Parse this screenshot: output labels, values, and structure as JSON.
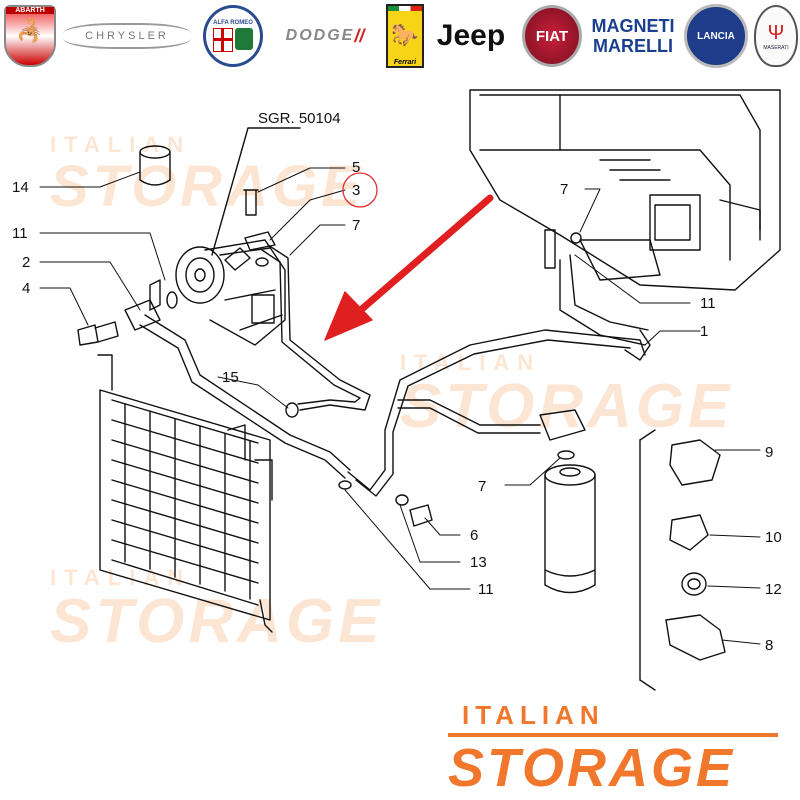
{
  "brands": [
    "ABARTH",
    "CHRYSLER",
    "ALFA ROMEO",
    "DODGE",
    "Ferrari",
    "Jeep",
    "FIAT",
    "MAGNETI",
    "MARELLI",
    "LANCIA",
    "MASERATI"
  ],
  "diagram": {
    "group_ref": "SGR. 50104",
    "callouts": [
      "14",
      "11",
      "2",
      "4",
      "5",
      "3",
      "7",
      "15",
      "7",
      "11",
      "1",
      "9",
      "10",
      "12",
      "8",
      "7",
      "6",
      "13",
      "11"
    ]
  },
  "watermark": {
    "line1": "ITALIAN",
    "line2": "STORAGE"
  },
  "footer": {
    "line1": "ITALIAN",
    "line2": "STORAGE"
  },
  "colors": {
    "accent": "#f0772b",
    "arrow": "#e02020",
    "highlight_circle": "#e03030"
  }
}
